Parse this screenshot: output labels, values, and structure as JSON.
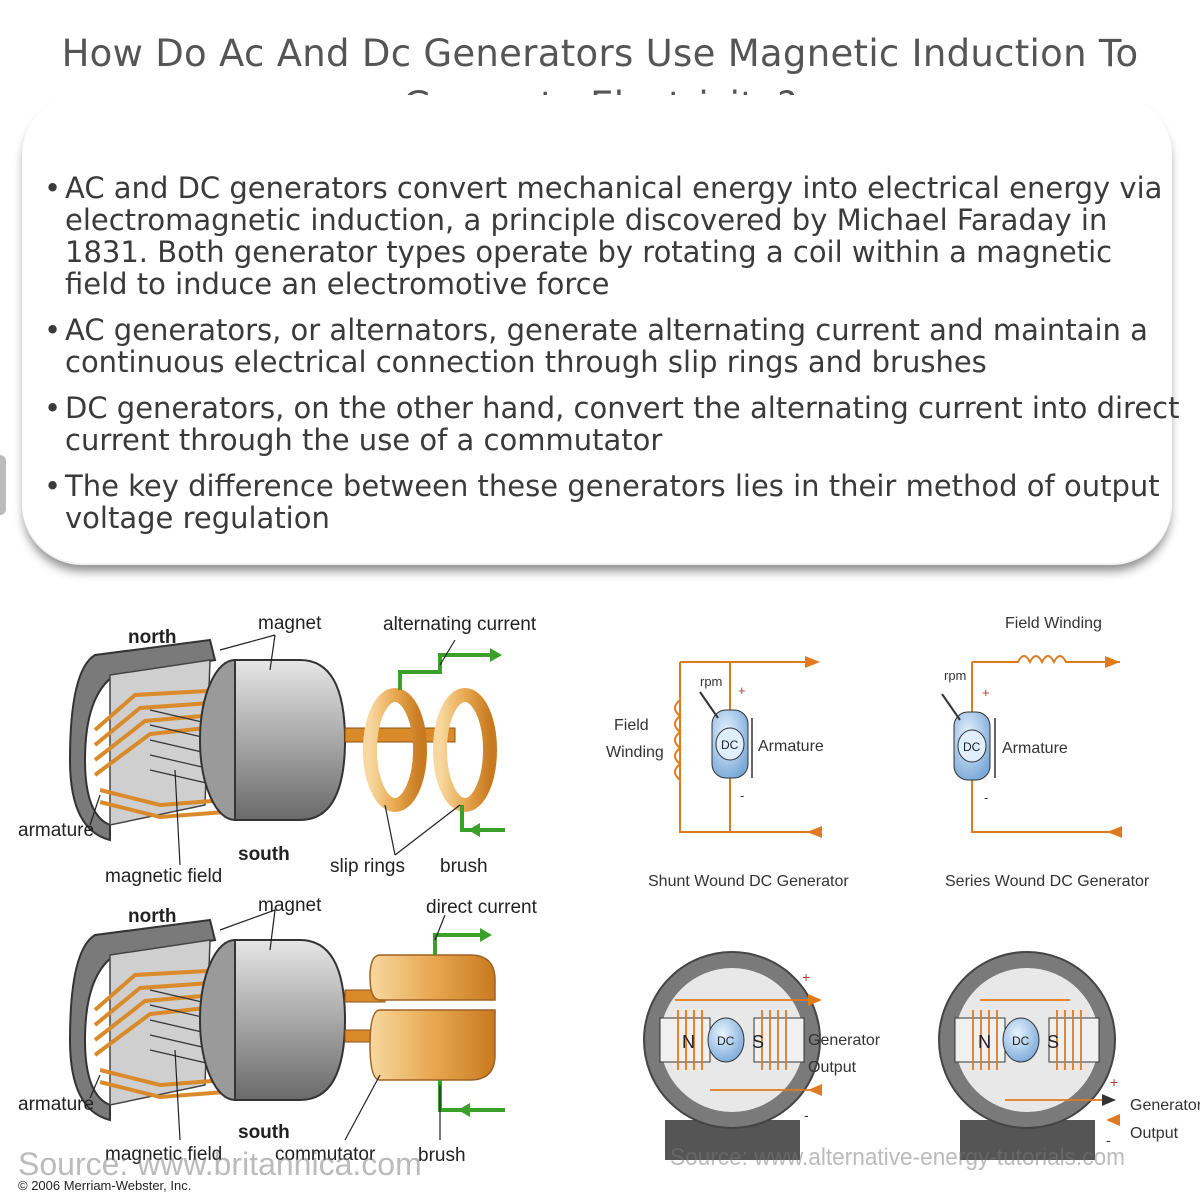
{
  "title": "How Do Ac And Dc Generators Use Magnetic Induction To Generate Electricity?",
  "bullets": [
    "AC and DC generators convert mechanical energy into electrical energy via electromagnetic induction, a principle discovered by Michael Faraday in 1831. Both generator types operate by rotating a coil within a magnetic field to induce an electromotive force",
    "AC generators, or alternators, generate alternating current and maintain a continuous electrical connection through slip rings and brushes",
    "DC generators, on the other hand, convert the alternating current into direct current through the use of a commutator",
    "The key difference between these generators lies in their method of output voltage regulation"
  ],
  "left_figure": {
    "ac": {
      "north": "north",
      "south": "south",
      "magnet": "magnet",
      "current": "alternating current",
      "armature": "armature",
      "magnetic_field": "magnetic field",
      "slip_rings": "slip rings",
      "brush": "brush"
    },
    "dc": {
      "north": "north",
      "south": "south",
      "magnet": "magnet",
      "current": "direct current",
      "armature": "armature",
      "magnetic_field": "magnetic field",
      "commutator": "commutator",
      "brush": "brush"
    },
    "source": "Source: www.britannica.com",
    "copyright": "© 2006 Merriam-Webster, Inc."
  },
  "right_figure": {
    "shunt": {
      "rpm": "rpm",
      "plus": "+",
      "minus": "-",
      "dc": "DC",
      "armature": "Armature",
      "field_winding_1": "Field",
      "field_winding_2": "Winding",
      "caption": "Shunt Wound DC Generator"
    },
    "series": {
      "rpm": "rpm",
      "plus": "+",
      "minus": "-",
      "dc": "DC",
      "armature": "Armature",
      "field_winding": "Field Winding",
      "caption": "Series Wound DC Generator"
    },
    "machine1": {
      "n": "N",
      "s": "S",
      "dc": "DC",
      "plus": "+",
      "minus": "-",
      "output_1": "Generator",
      "output_2": "Output"
    },
    "machine2": {
      "n": "N",
      "s": "S",
      "dc": "DC",
      "plus": "+",
      "minus": "-",
      "output_1": "Generator",
      "output_2": "Output"
    },
    "source": "Source: www.alternative-energy-tutorials.com"
  },
  "colors": {
    "wire": "#e07a1e",
    "copper": "#d98a2a",
    "steel": "#888888",
    "arrow_green": "#3aa02a",
    "accent_blue": "#8ab8e8"
  }
}
